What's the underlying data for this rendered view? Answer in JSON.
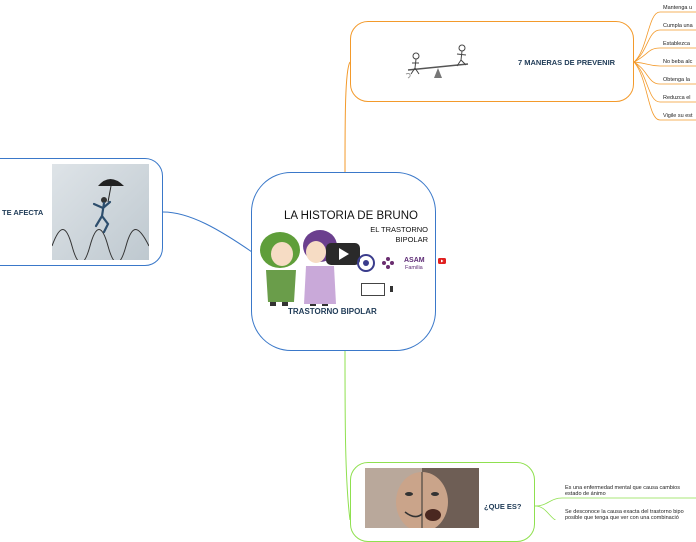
{
  "center": {
    "title": "TRASTORNO BIPOLAR",
    "video": {
      "heading": "LA HISTORIA DE BRUNO",
      "subheading_line1": "EL TRASTORNO",
      "subheading_line2": "BIPOLAR",
      "logo_asam": "ASAM",
      "logo_asam_sub": "Familia"
    }
  },
  "top_branch": {
    "title": "7 MANERAS DE PREVENIR",
    "items": [
      "Mantenga u",
      "Cumpla una",
      "Establezca",
      "No beba alc",
      "Obtenga la",
      "Reduzca el",
      "Vigile su est"
    ]
  },
  "left_branch": {
    "title": "TE AFECTA"
  },
  "bottom_branch": {
    "title": "¿QUE ES?",
    "items": [
      "Es una enfermedad mental que causa cambios",
      "estado de ánimo",
      "Se desconoce la causa exacta del trastorno bipo",
      "posible que tenga que ver con una combinació"
    ]
  },
  "colors": {
    "center_border": "#3a78c9",
    "top_branch": "#f39a2b",
    "left_branch": "#3a78c9",
    "bottom_branch": "#8fe04f",
    "title_text": "#1f3b57"
  }
}
